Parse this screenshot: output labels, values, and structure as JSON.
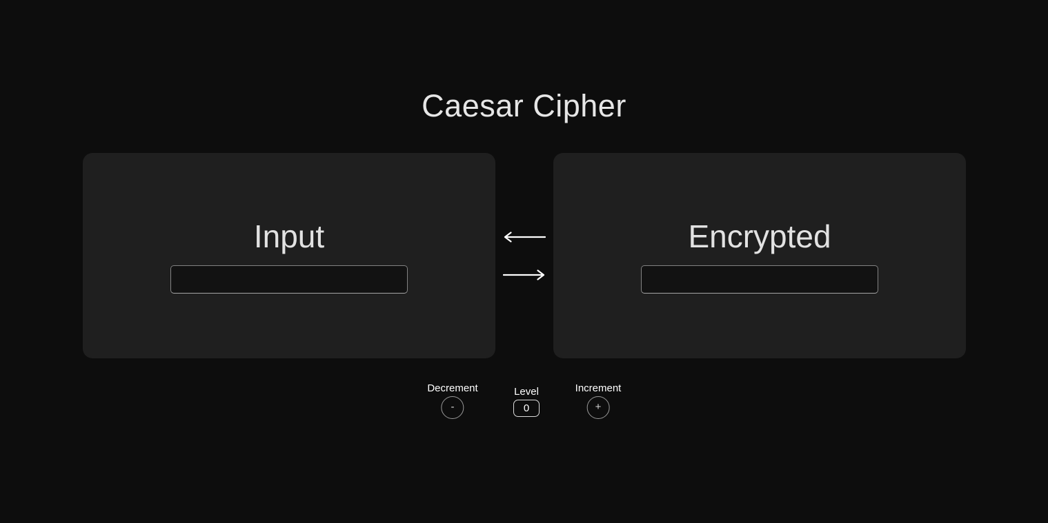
{
  "title": "Caesar Cipher",
  "input_panel": {
    "heading": "Input",
    "field_value": ""
  },
  "encrypted_panel": {
    "heading": "Encrypted",
    "field_value": ""
  },
  "shift_controls": {
    "decrement": {
      "label": "Decrement",
      "button_glyph": "-"
    },
    "level": {
      "label": "Level",
      "value": "0"
    },
    "increment": {
      "label": "Increment",
      "button_glyph": "+"
    }
  },
  "icons": {
    "decrypt_direction": "arrow-left-icon",
    "encrypt_direction": "arrow-right-icon"
  },
  "colors": {
    "background": "#0d0d0d",
    "panel": "#1f1f1f",
    "field_background": "#121212",
    "field_border": "#838383",
    "text_primary": "#e6e6e6",
    "arrow": "#ffffff"
  }
}
